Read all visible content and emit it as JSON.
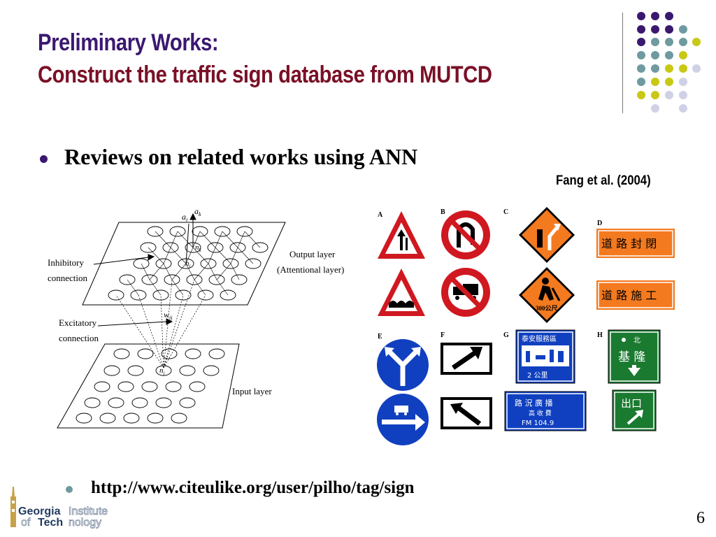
{
  "slide": {
    "title_line1": "Preliminary Works:",
    "title_line2": "Construct the traffic sign database from MUTCD",
    "bullet1": "Reviews on related works using ANN",
    "citation": "Fang et al. (2004)",
    "bullet2": "http://www.citeulike.org/user/pilho/tag/sign",
    "page_number": "6"
  },
  "figure": {
    "a_i": "a",
    "a_k": "a",
    "sub_i": "i",
    "sub_k": "k",
    "n_k": "n",
    "n_i": "n",
    "n_j": "n",
    "w_ij": "w",
    "sub_ij": "ij",
    "sub_j": "j",
    "inhibitory_1": "Inhibitory",
    "inhibitory_2": "connection",
    "excitatory_1": "Excitatory",
    "excitatory_2": "connection",
    "output_1": "Output layer",
    "output_2": "(Attentional layer)",
    "input_layer": "Input layer"
  },
  "signs": {
    "label_a": "A",
    "label_b": "B",
    "label_c": "C",
    "label_d": "D",
    "label_e": "E",
    "label_f": "F",
    "label_g": "G",
    "label_h": "H",
    "d1_text": "道 路 封 閉",
    "d2_text": "道 路 施 工",
    "c2_text": "300公尺",
    "g1_top": "泰安服務區",
    "g1_bottom": "2 公里",
    "g2_top": "路 況 廣 播",
    "g2_mid": "高 收 費",
    "g2_bottom": "FM 104.9",
    "h1_top": "北",
    "h1_main": "基 隆",
    "h2_main": "出口"
  },
  "logo": {
    "georgia": "Georgia",
    "institute": "Institute",
    "of": "of",
    "tech": "Tech",
    "nology": "nology"
  },
  "colors": {
    "title_purple": "#3b1870",
    "title_red": "#7a1026",
    "dot_purple": "#3b1870",
    "dot_teal": "#6e9aa0",
    "dot_yellow": "#c9c815",
    "dot_lavender": "#d0d0e6",
    "sign_red": "#d01820",
    "sign_orange": "#f47a20",
    "sign_blue": "#1040c0",
    "sign_green": "#1a7a30"
  }
}
